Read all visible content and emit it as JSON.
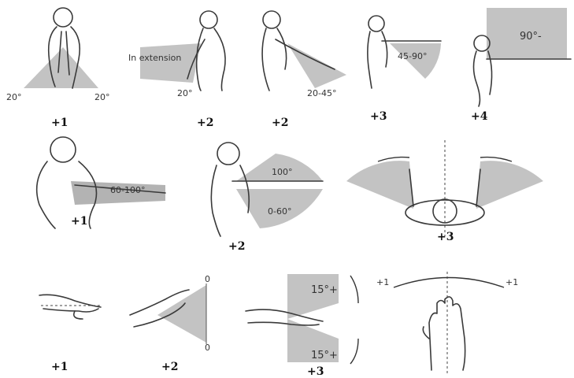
{
  "panels": [
    {
      "id": "p1",
      "score": "+1",
      "labels": [
        "20°",
        "20°"
      ]
    },
    {
      "id": "p2",
      "score": "+2",
      "labels": [
        "In extension",
        "20°"
      ]
    },
    {
      "id": "p3",
      "score": "+2",
      "labels": [
        "20-45°"
      ]
    },
    {
      "id": "p4",
      "score": "+3",
      "labels": [
        "45-90°"
      ]
    },
    {
      "id": "p5",
      "score": "+4",
      "labels": [
        "90°-"
      ]
    },
    {
      "id": "p6",
      "score": "+1",
      "labels": [
        "60-100°"
      ]
    },
    {
      "id": "p7",
      "score": "+2",
      "labels": [
        "100°",
        "0-60°"
      ]
    },
    {
      "id": "p8",
      "score": "+3",
      "labels": []
    },
    {
      "id": "p9",
      "score": "+1",
      "labels": []
    },
    {
      "id": "p10",
      "score": "+2",
      "labels": [
        "0",
        "0"
      ]
    },
    {
      "id": "p11",
      "score": "+3",
      "labels": [
        "15°+",
        "15°+"
      ]
    },
    {
      "id": "p12",
      "score": "",
      "labels": [
        "+1",
        "+1"
      ]
    }
  ],
  "colors": {
    "shade": "#b8b8b8",
    "line": "#3a3a3a"
  }
}
